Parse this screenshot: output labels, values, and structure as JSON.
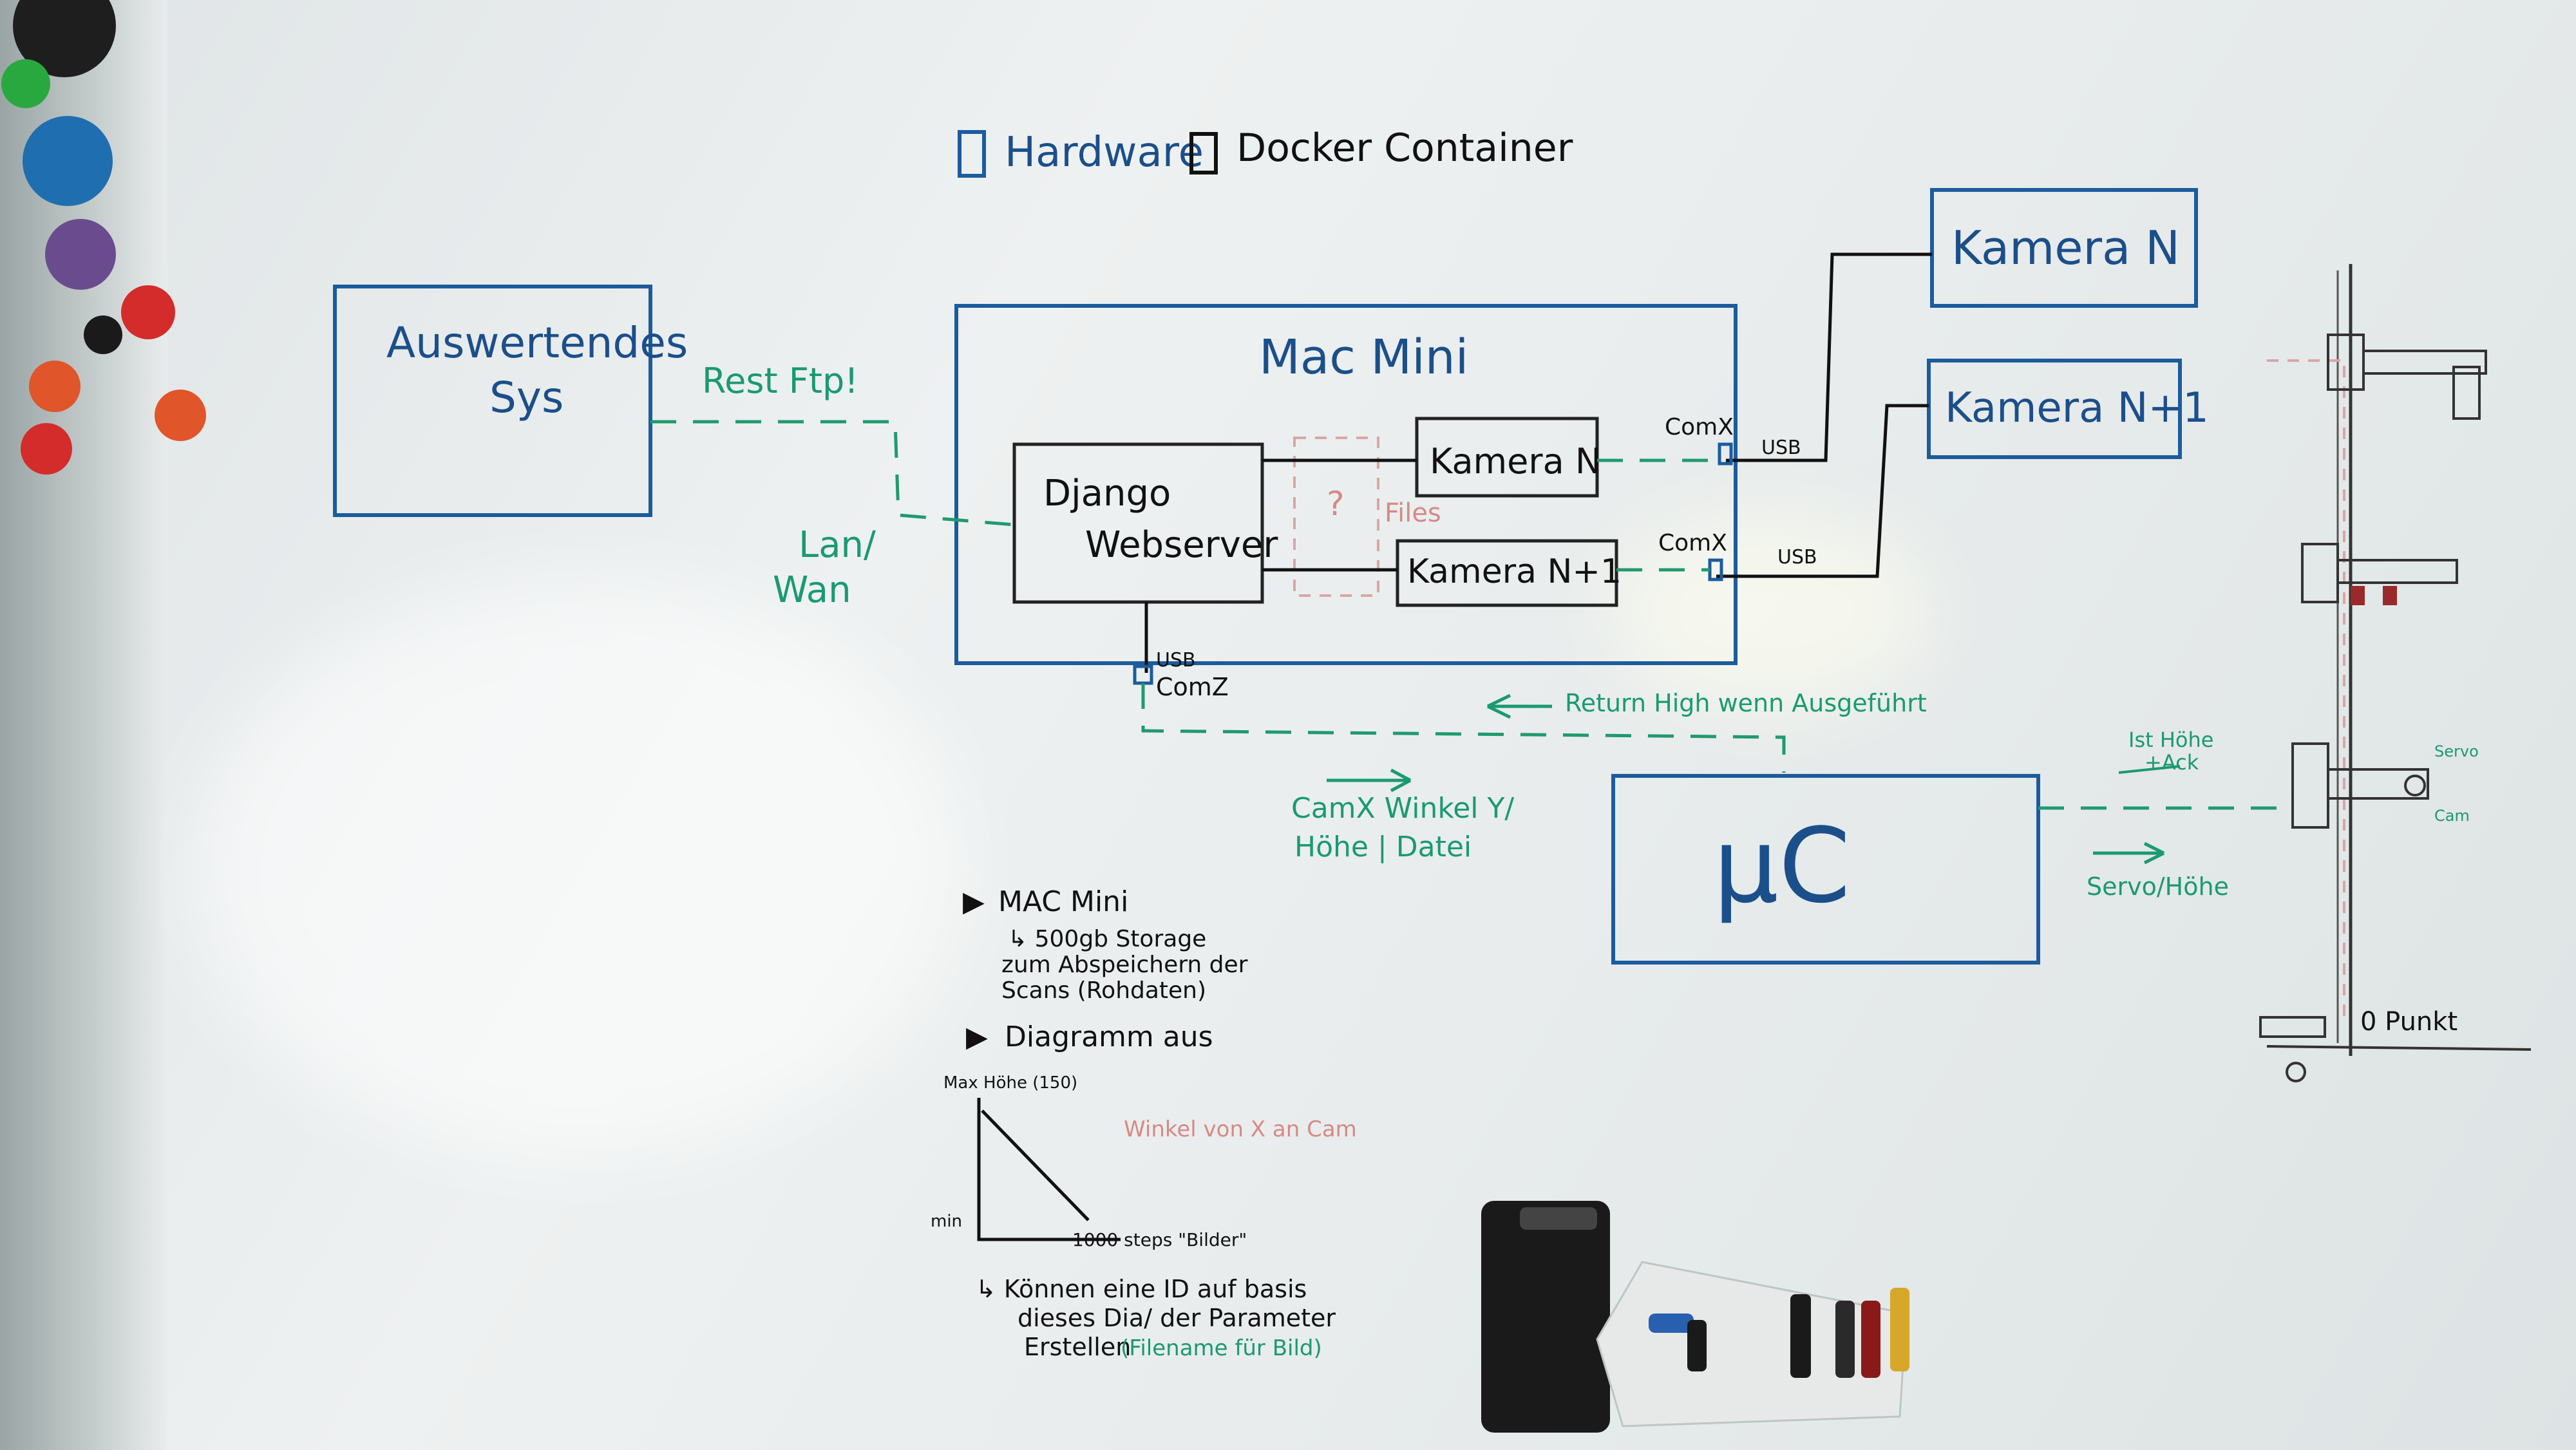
{
  "legend": {
    "hardware": "Hardware",
    "docker": "Docker Container"
  },
  "boxes": {
    "auswertendes": [
      "Auswertendes",
      "Sys"
    ],
    "mac_mini": "Mac Mini",
    "django": [
      "Django",
      "Webserver"
    ],
    "kamera_n_inner": "Kamera N",
    "kamera_n1_inner": "Kamera N+1",
    "kamera_n_outer": "Kamera N",
    "kamera_n1_outer": "Kamera N+1",
    "uc": "µC",
    "unknown": "?"
  },
  "connections": {
    "rest_ftp": "Rest Ftp!",
    "lan_wan": [
      "Lan/",
      "Wan"
    ],
    "files": "Files",
    "com_x1": "ComX",
    "com_x2": "ComX",
    "usb1": "USB",
    "usb2": "USB",
    "usb3": "USB",
    "com_z": "ComZ",
    "return": "Return High wenn Ausgeführt",
    "camx": [
      "CamX Winkel Y/",
      "Höhe | Datei"
    ],
    "ist_hoehe": [
      "Ist Höhe",
      "+Ack"
    ],
    "servo_hoehe": "Servo/Höhe"
  },
  "notes": {
    "mac_title": "MAC Mini",
    "mac_lines": [
      "↳ 500gb Storage",
      "zum Abspeichern der",
      "Scans (Rohdaten)"
    ],
    "diagram_title": "Diagramm aus",
    "diagram_ymax": "Max Höhe (150)",
    "diagram_ymin": "min",
    "diagram_x": "1000 steps \"Bilder\"",
    "diagram_red": "Winkel von X an Cam",
    "conclusion": [
      "↳ Können eine ID auf basis",
      "dieses Dia/ der Parameter",
      "Erstellen"
    ],
    "conclusion_green": "(Filename für Bild)"
  },
  "sketch": {
    "servo": "Servo",
    "cam": "Cam",
    "nullpunkt": "0 Punkt"
  },
  "colors": {
    "blue": "#1b5c9c",
    "green": "#1a9a70",
    "red": "#d58a86",
    "black": "#111111"
  }
}
